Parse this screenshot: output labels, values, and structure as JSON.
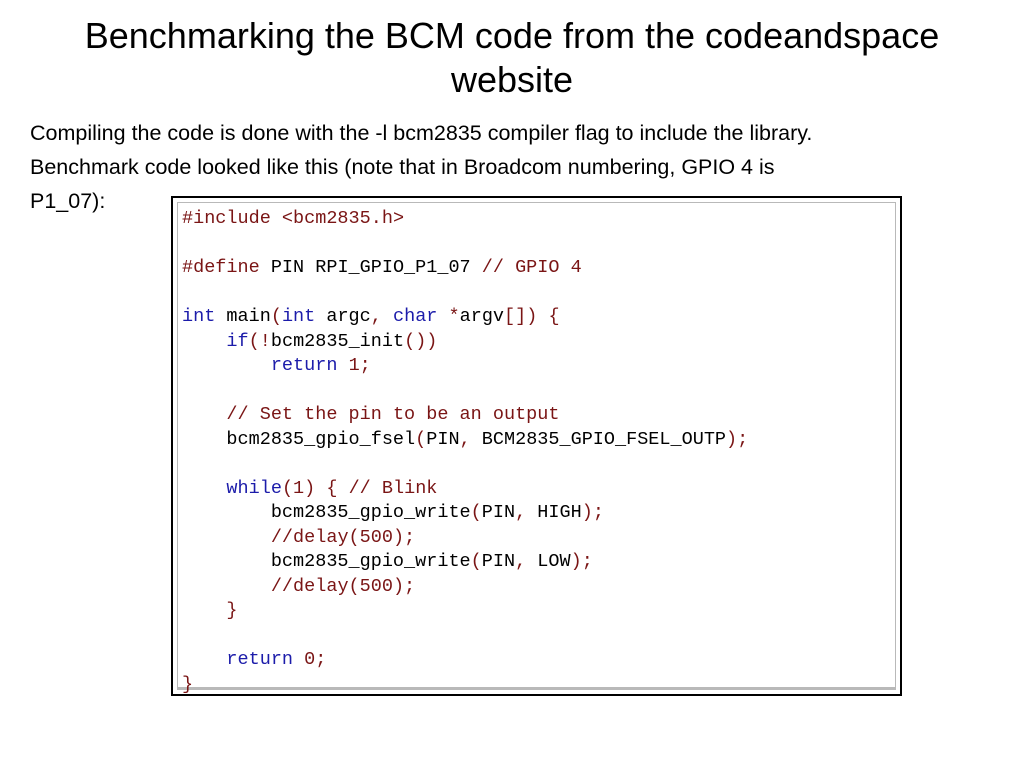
{
  "slide": {
    "title": "Benchmarking the BCM code from the codeandspace website",
    "body_line1": "Compiling the code is done with the -l bcm2835 compiler flag to include the library.",
    "body_line2": "Benchmark code looked like this (note that in Broadcom numbering, GPIO 4 is",
    "body_line3": "P1_07):"
  },
  "code": {
    "lines": [
      [
        [
          "pp",
          "#include "
        ],
        [
          "str",
          "<bcm2835.h>"
        ]
      ],
      [],
      [
        [
          "pp",
          "#define "
        ],
        [
          "id",
          "PIN RPI_GPIO_P1_07 "
        ],
        [
          "cm",
          "// GPIO 4"
        ]
      ],
      [],
      [
        [
          "kw",
          "int"
        ],
        [
          "id",
          " main"
        ],
        [
          "op",
          "("
        ],
        [
          "kw",
          "int"
        ],
        [
          "id",
          " argc"
        ],
        [
          "op",
          ", "
        ],
        [
          "kw",
          "char"
        ],
        [
          "id",
          " "
        ],
        [
          "op",
          "*"
        ],
        [
          "id",
          "argv"
        ],
        [
          "op",
          "[]) {"
        ]
      ],
      [
        [
          "id",
          "    "
        ],
        [
          "kw",
          "if"
        ],
        [
          "op",
          "(!"
        ],
        [
          "id",
          "bcm2835_init"
        ],
        [
          "op",
          "())"
        ]
      ],
      [
        [
          "id",
          "        "
        ],
        [
          "kw",
          "return"
        ],
        [
          "id",
          " "
        ],
        [
          "num",
          "1"
        ],
        [
          "op",
          ";"
        ]
      ],
      [],
      [
        [
          "id",
          "    "
        ],
        [
          "cm",
          "// Set the pin to be an output"
        ]
      ],
      [
        [
          "id",
          "    bcm2835_gpio_fsel"
        ],
        [
          "op",
          "("
        ],
        [
          "id",
          "PIN"
        ],
        [
          "op",
          ", "
        ],
        [
          "id",
          "BCM2835_GPIO_FSEL_OUTP"
        ],
        [
          "op",
          ");"
        ]
      ],
      [],
      [
        [
          "id",
          "    "
        ],
        [
          "kw",
          "while"
        ],
        [
          "op",
          "("
        ],
        [
          "num",
          "1"
        ],
        [
          "op",
          ") { "
        ],
        [
          "cm",
          "// Blink"
        ]
      ],
      [
        [
          "id",
          "        bcm2835_gpio_write"
        ],
        [
          "op",
          "("
        ],
        [
          "id",
          "PIN"
        ],
        [
          "op",
          ", "
        ],
        [
          "id",
          "HIGH"
        ],
        [
          "op",
          ");"
        ]
      ],
      [
        [
          "id",
          "        "
        ],
        [
          "cm",
          "//delay(500);"
        ]
      ],
      [
        [
          "id",
          "        bcm2835_gpio_write"
        ],
        [
          "op",
          "("
        ],
        [
          "id",
          "PIN"
        ],
        [
          "op",
          ", "
        ],
        [
          "id",
          "LOW"
        ],
        [
          "op",
          ");"
        ]
      ],
      [
        [
          "id",
          "        "
        ],
        [
          "cm",
          "//delay(500);"
        ]
      ],
      [
        [
          "id",
          "    "
        ],
        [
          "op",
          "}"
        ]
      ],
      [],
      [
        [
          "id",
          "    "
        ],
        [
          "kw",
          "return"
        ],
        [
          "id",
          " "
        ],
        [
          "num",
          "0"
        ],
        [
          "op",
          ";"
        ]
      ],
      [
        [
          "op",
          "}"
        ]
      ]
    ]
  },
  "colors": {
    "keyword": "#1c1caa",
    "preprocessor": "#7a1515",
    "comment": "#7a1515",
    "number": "#7a1515"
  }
}
